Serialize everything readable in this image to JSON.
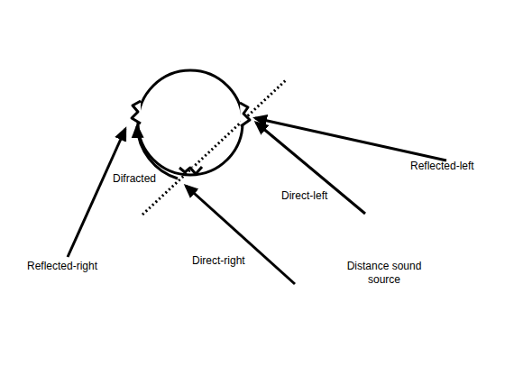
{
  "diagram": {
    "labels": [
      "Reflected-left",
      "Difracted",
      "Direct-left",
      "Direct-right",
      "Reflected-right",
      "Distance sound source"
    ]
  }
}
